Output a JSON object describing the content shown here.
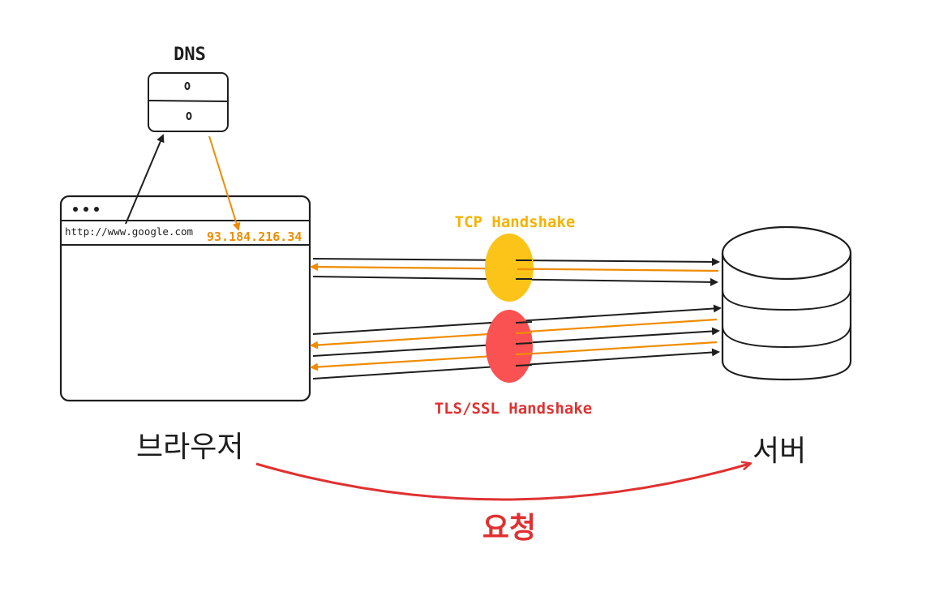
{
  "dns": {
    "label": "DNS"
  },
  "browser": {
    "url": "http://www.google.com",
    "ip": "93.184.216.34",
    "caption": "브라우저"
  },
  "server": {
    "caption": "서버"
  },
  "handshakes": {
    "tcp": "TCP Handshake",
    "tls": "TLS/SSL Handshake"
  },
  "request": {
    "label": "요청"
  },
  "colors": {
    "ink": "#1e1e1e",
    "orange": "#f08c00",
    "tcp": "#fcc419",
    "tcp_text": "#f5b301",
    "tls": "#fa5252",
    "tls_text": "#e03131",
    "request": "#e03131"
  }
}
